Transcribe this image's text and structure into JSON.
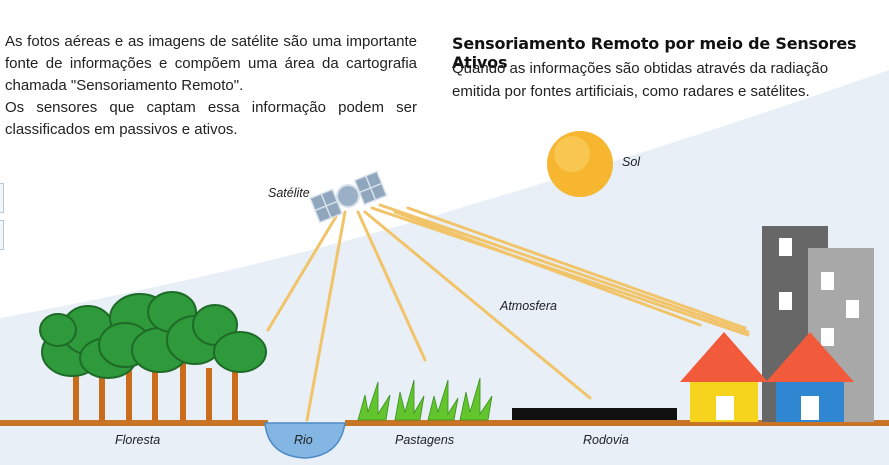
{
  "intro": {
    "paragraph1": "As fotos aéreas e as imagens de satélite são uma importante fonte de informações e compõem uma área da cartografia chamada \"Sensoriamento Remoto\".",
    "paragraph2": "Os sensores que captam essa informação podem ser classificados em passivos e ativos."
  },
  "panel": {
    "title": "Sensoriamento Remoto por meio de Sensores Ativos",
    "description": "Quando as informações são obtidas através da radiação emitida por fontes artificiais, como radares e satélites."
  },
  "labels": {
    "satellite": "Satélite",
    "sun": "Sol",
    "atmosphere": "Atmosfera",
    "forest": "Floresta",
    "river": "Rio",
    "pasture": "Pastagens",
    "highway": "Rodovia"
  },
  "colors": {
    "beam": "#f0c060",
    "sky": "#e6eef6",
    "ground": "#c87528",
    "sun": "#f3b02d",
    "river": "#7fb2e0",
    "tree": "#2f9a3a",
    "trunk": "#c76b1d",
    "grass": "#5cc42a",
    "road": "#111111",
    "building_dark": "#666666",
    "building_light": "#a9a9a9",
    "roof": "#f05a3a",
    "house_yellow": "#f5d21a",
    "house_blue": "#2f86d1"
  }
}
